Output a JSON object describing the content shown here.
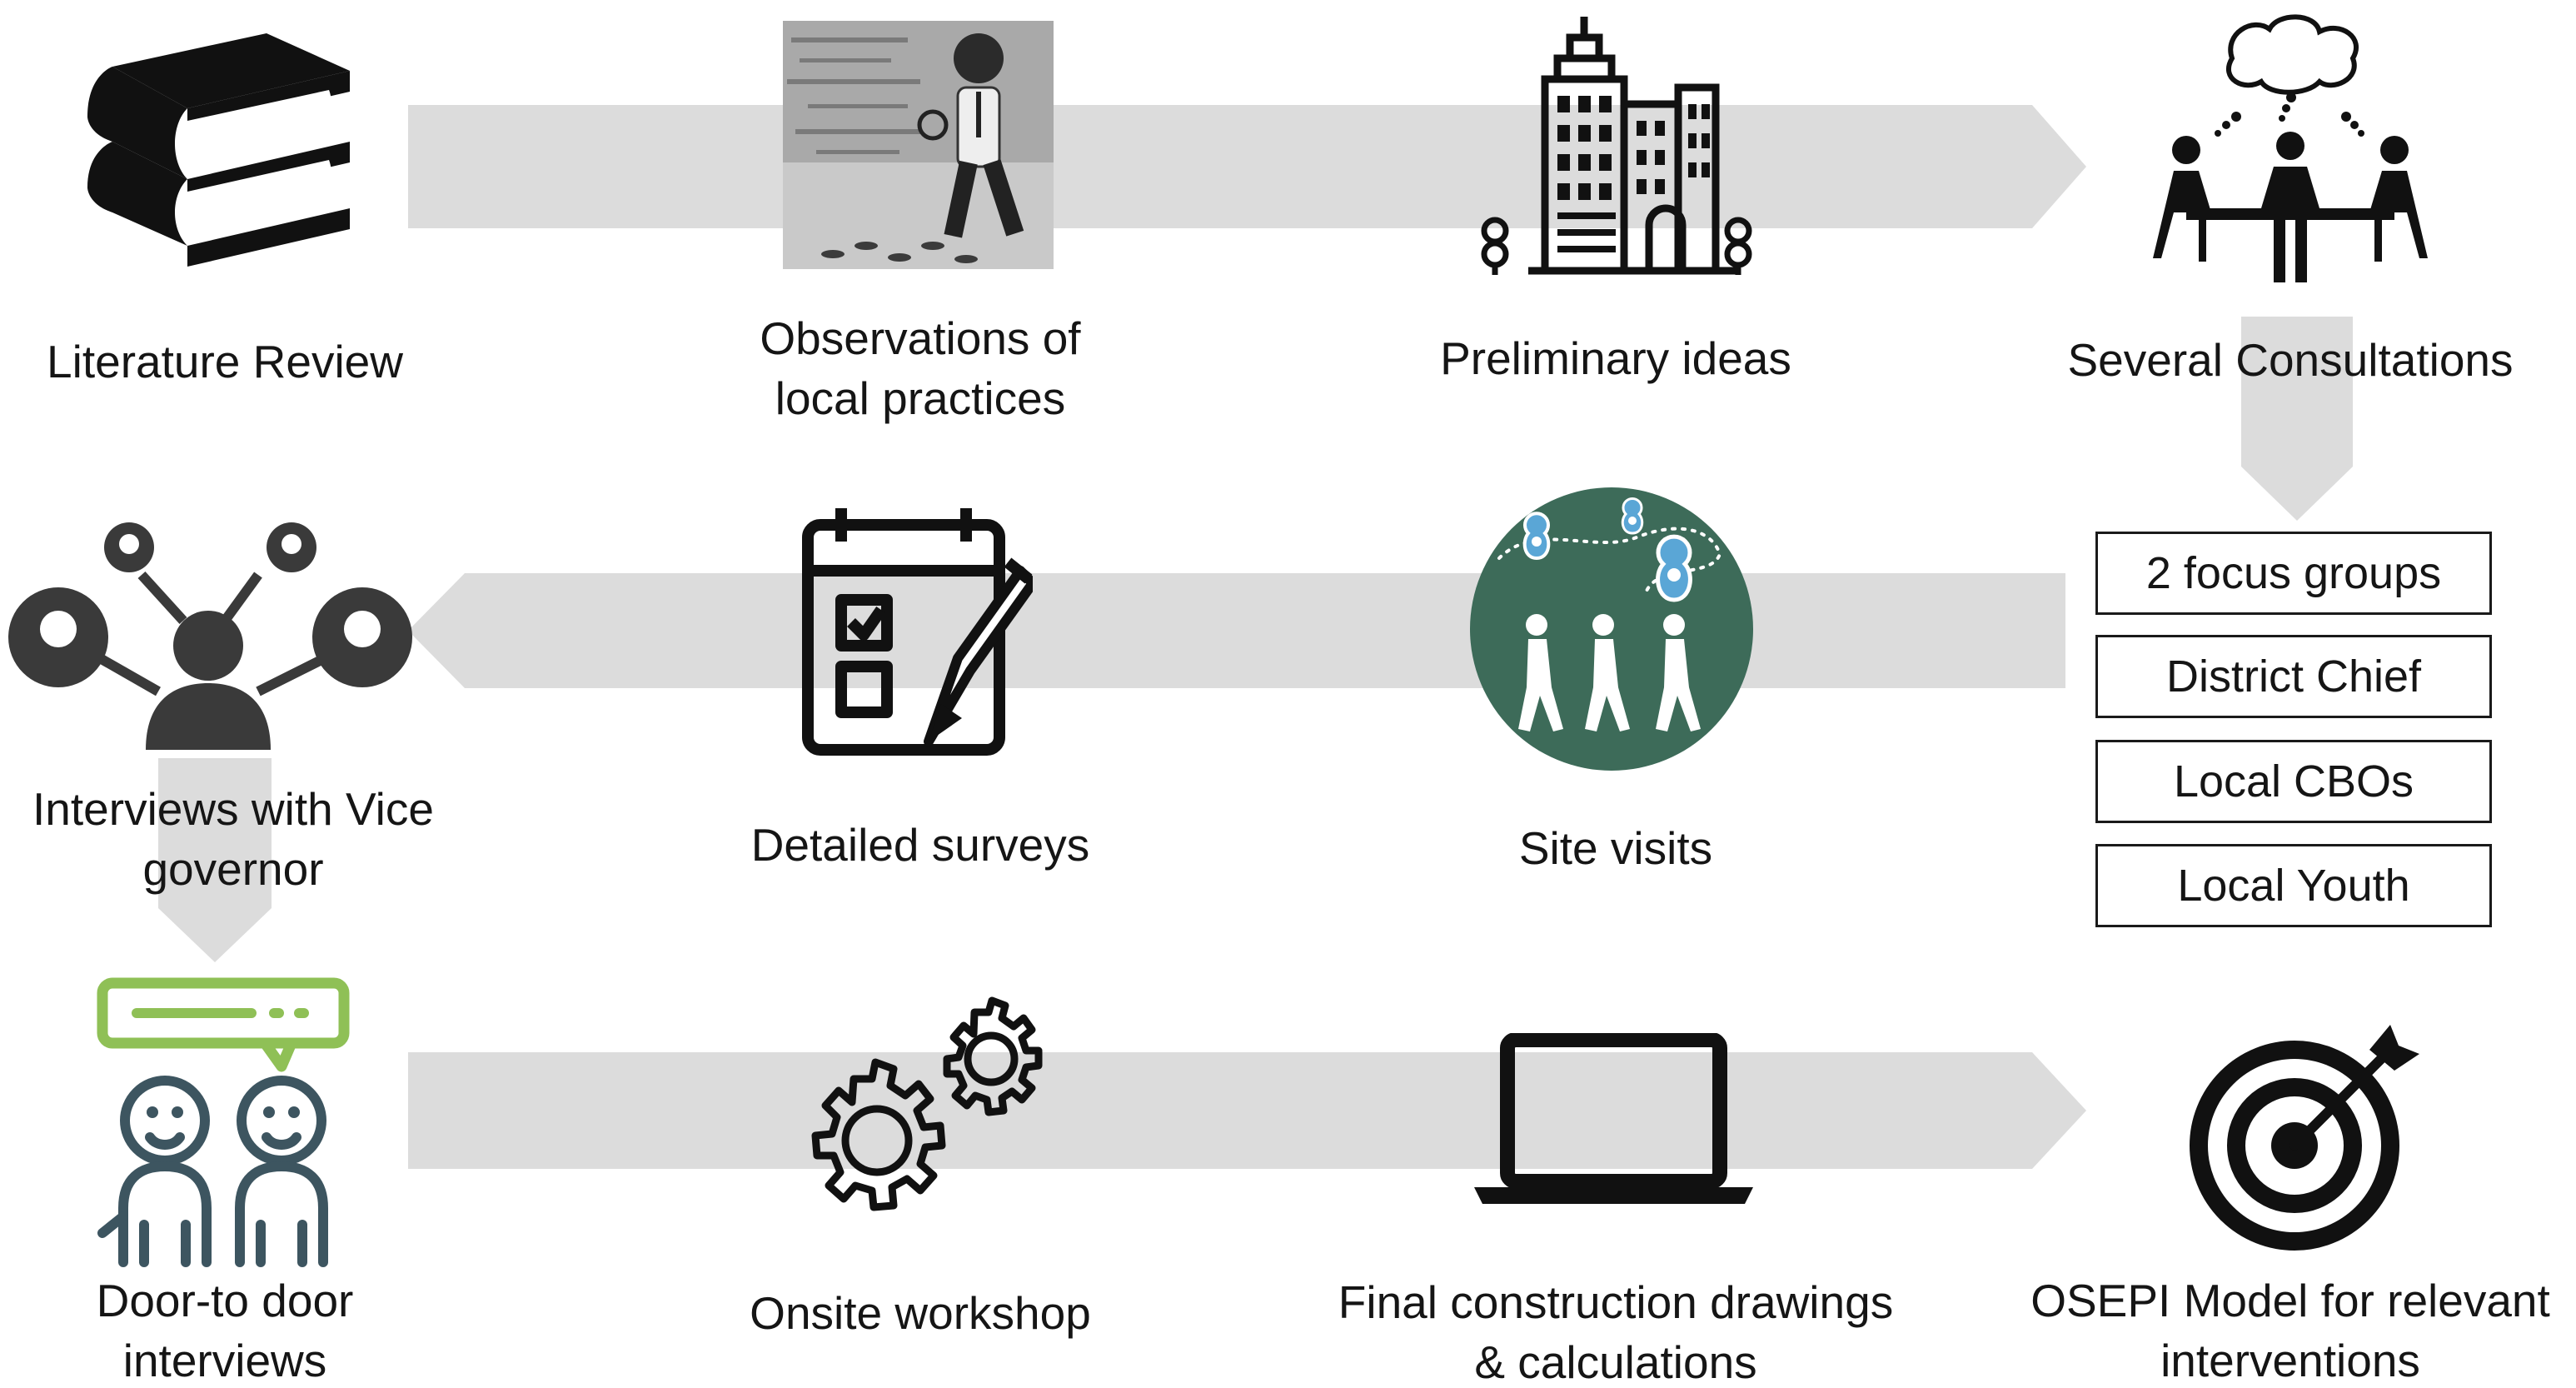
{
  "colors": {
    "arrow": "#dcdcdc",
    "icon": "#111111",
    "site_circle": "#3d6b59",
    "pin": "#5aa6d6",
    "chat_green": "#8fc056",
    "people_slate": "#3d5560"
  },
  "steps": {
    "literature_review": {
      "label": "Literature Review",
      "icon": "books-icon"
    },
    "observations": {
      "line1": "Observations of",
      "line2": "local practices",
      "icon": "detective-photo-icon"
    },
    "preliminary_ideas": {
      "label": "Preliminary ideas",
      "icon": "city-buildings-icon"
    },
    "consultations": {
      "label": "Several Consultations",
      "icon": "meeting-table-icon"
    },
    "interviews": {
      "line1": "Interviews with Vice",
      "line2": "governor",
      "icon": "network-people-icon"
    },
    "detailed_surveys": {
      "label": "Detailed surveys",
      "icon": "checklist-pencil-icon"
    },
    "site_visits": {
      "label": "Site visits",
      "icon": "walking-route-icon"
    },
    "door_to_door": {
      "line1": "Door-to door",
      "line2": "interviews",
      "icon": "chatting-people-icon"
    },
    "onsite_workshop": {
      "label": "Onsite workshop",
      "icon": "gears-icon"
    },
    "final_drawings": {
      "line1": "Final construction drawings",
      "line2": "& calculations",
      "icon": "laptop-icon"
    },
    "osepi_model": {
      "line1": "OSEPI Model for relevant",
      "line2": "interventions",
      "icon": "target-icon"
    }
  },
  "consultation_boxes": [
    "2 focus groups",
    "District Chief",
    "Local CBOs",
    "Local Youth"
  ]
}
